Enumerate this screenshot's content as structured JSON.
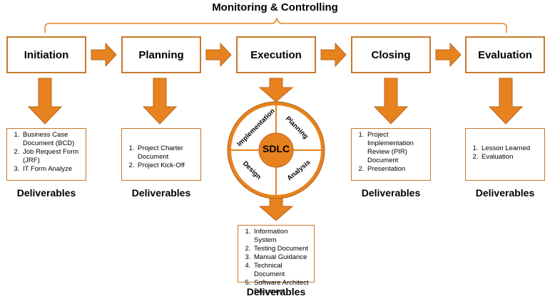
{
  "title": "Monitoring & Controlling",
  "phases": [
    "Initiation",
    "Planning",
    "Execution",
    "Closing",
    "Evaluation"
  ],
  "deliverables_label": "Deliverables",
  "deliverables": {
    "initiation": [
      "Business Case Document (BCD)",
      "Job Request Form (JRF)",
      "IT Form Analyze"
    ],
    "planning": [
      "Project Charter Document",
      "Project Kick-Off"
    ],
    "execution": [
      "Information System",
      "Testing Document",
      "Manual Guidance",
      "Technical Document",
      "Software Architect Document"
    ],
    "closing": [
      "Project Implementation Review (PIR) Document",
      "Presentation"
    ],
    "evaluation": [
      "Lesson Learned",
      "Evaluation"
    ]
  },
  "sdlc": {
    "center": "SDLC",
    "segments": [
      "Implementation",
      "Planning",
      "Analysis",
      "Design"
    ]
  },
  "colors": {
    "accent": "#e8821e",
    "border": "#c8782a",
    "arrow_stroke": "#b5651d"
  }
}
